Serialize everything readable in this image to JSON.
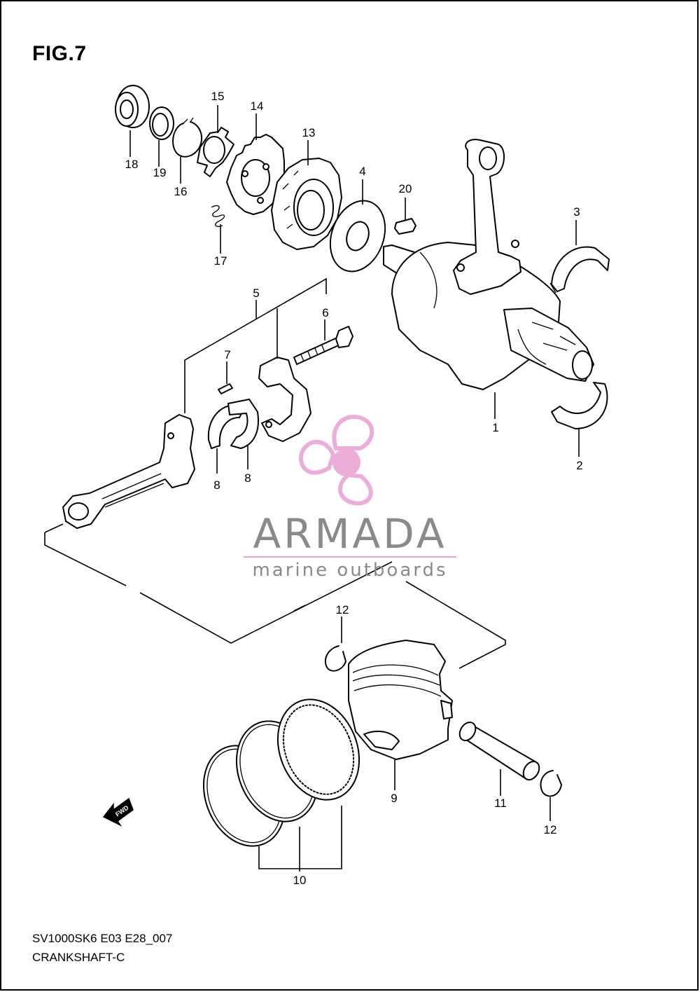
{
  "figure": {
    "title": "FIG.7"
  },
  "footer": {
    "line1": "SV1000SK6 E03 E28_007",
    "line2": "CRANKSHAFT-C"
  },
  "watermark": {
    "brand": "ARMADA",
    "tagline": "marine outboards",
    "accent_color": "#e9a0d2",
    "text_color": "#8a8a8a"
  },
  "fwd_label": "FWD",
  "callouts": {
    "c1": "1",
    "c2": "2",
    "c3": "3",
    "c4": "4",
    "c5": "5",
    "c6": "6",
    "c7": "7",
    "c8a": "8",
    "c8b": "8",
    "c9": "9",
    "c10": "10",
    "c11": "11",
    "c12a": "12",
    "c12b": "12",
    "c13": "13",
    "c14": "14",
    "c15": "15",
    "c16": "16",
    "c17": "17",
    "c18": "18",
    "c19": "19",
    "c20": "20"
  }
}
